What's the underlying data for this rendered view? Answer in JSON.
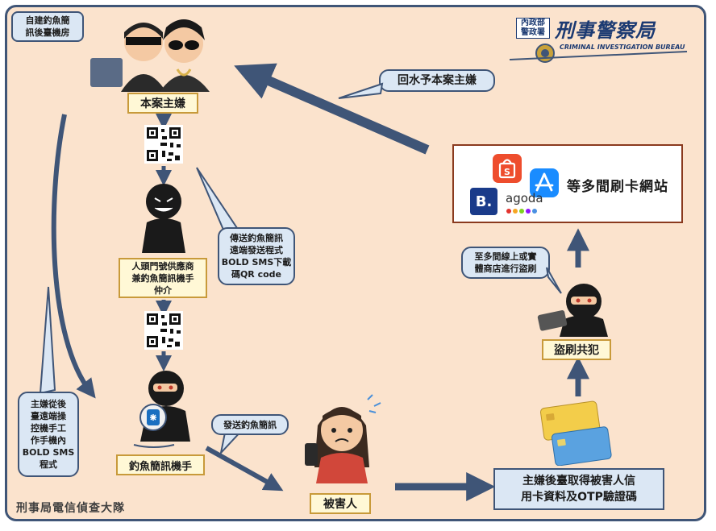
{
  "header": {
    "logo_text_line1": "內政部",
    "logo_text_line2": "警政署",
    "logo_main": "刑事警察局",
    "logo_sub": "CRIMINAL INVESTIGATION BUREAU"
  },
  "nodes": {
    "main_suspect": "本案主嫌",
    "broker": "人頭門號供應商\n兼釣魚簡訊機手\n仲介",
    "operator": "釣魚簡訊機手",
    "victim": "被害人",
    "accomplice": "盜刷共犯",
    "obtain_info": "主嫌後臺取得被害人信\n用卡資料及OTP驗證碼"
  },
  "bubbles": {
    "server_room": "自建釣魚簡\n訊後臺機房",
    "qr_note": "傳送釣魚簡訊\n遠端發送程式\nBOLD SMS下載\n碼QR code",
    "remote_control": "主嫌從後\n臺遠端操\n控機手工\n作手機內\nBOLD SMS\n程式",
    "send_sms": "發送釣魚簡訊",
    "return_funds": "回水予本案主嫌",
    "spend_note": "至多間線上或實\n體商店進行盜刷"
  },
  "sites": {
    "label": "等多間刷卡網站",
    "agoda": "agoda",
    "booking": "B."
  },
  "footer": {
    "unit": "刑事局電信偵查大隊"
  },
  "colors": {
    "background": "#fbe3cd",
    "arrow": "#3f5577",
    "bubble_fill": "#dbe7f4",
    "label_fill": "#fff8d6",
    "shopee": "#ee4d2d",
    "appstore": "#1a8cff",
    "booking": "#1a3b8a"
  },
  "icons": [
    "hacker-icon",
    "qr-code-icon",
    "criminal-icon",
    "phone-icon",
    "worried-woman-icon",
    "credit-card-icon",
    "shopee-icon",
    "app-store-icon",
    "booking-icon",
    "police-badge-icon"
  ]
}
